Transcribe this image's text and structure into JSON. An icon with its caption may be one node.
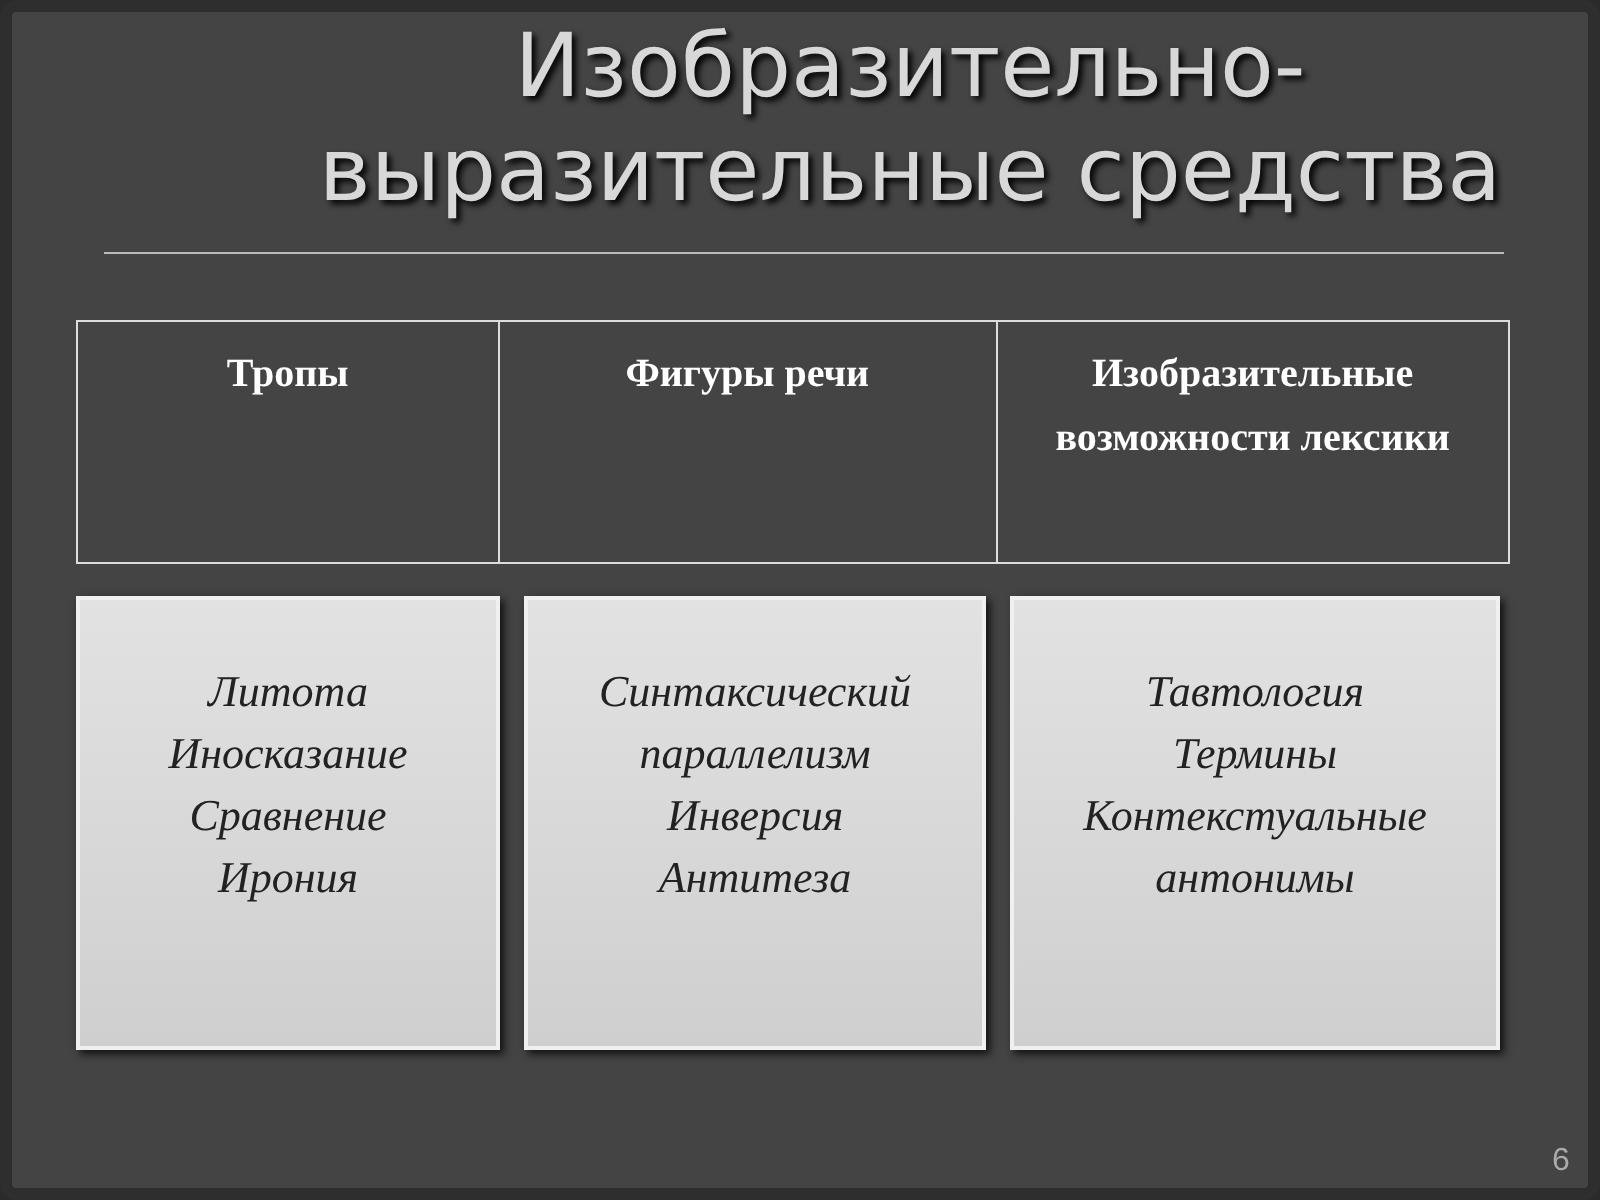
{
  "diagram": {
    "title": "Изобразительно-выразительные средства",
    "nodes": [
      {
        "text": [
          "Литота",
          "Иносказание",
          "Сравнение",
          "Ирония"
        ]
      },
      {
        "text": [
          "Синтаксический параллелизм",
          "Инверсия",
          "Антитеза"
        ]
      },
      {
        "text": [
          "Тавтология",
          "Термины",
          "Контекстуальные антонимы"
        ]
      }
    ],
    "labels": [
      "Тропы",
      "Фигуры речи",
      "Изобразительные возможности лексики",
      "6"
    ]
  }
}
